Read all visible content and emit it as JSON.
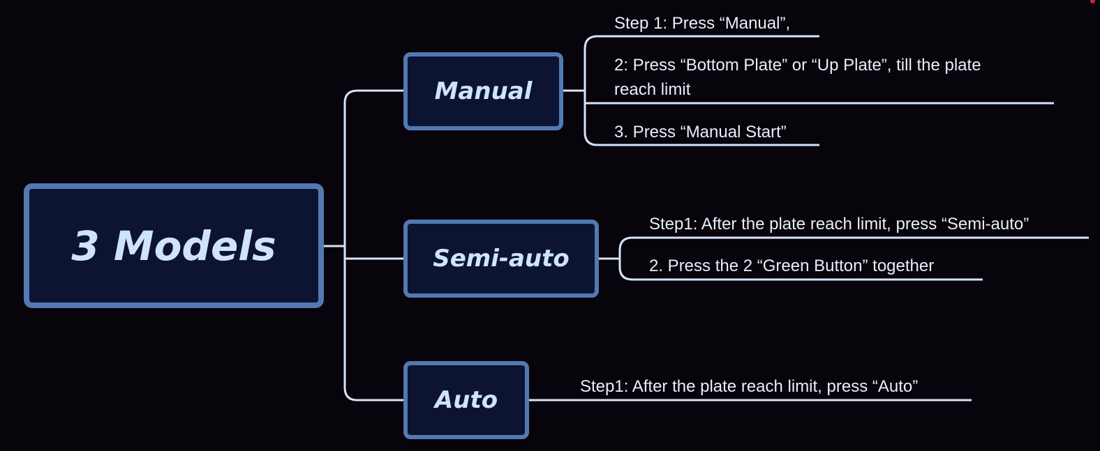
{
  "root": {
    "label": "3 Models"
  },
  "branches": [
    {
      "label": "Manual",
      "steps": [
        "Step 1: Press “Manual”,",
        "2: Press “Bottom Plate” or “Up Plate”,  till the plate",
        "reach limit",
        "3. Press “Manual Start”"
      ]
    },
    {
      "label": "Semi-auto",
      "steps": [
        "Step1: After the plate reach limit, press “Semi-auto”",
        "2. Press the 2 “Green Button” together"
      ]
    },
    {
      "label": "Auto",
      "steps": [
        "Step1: After the plate reach limit, press “Auto”"
      ]
    }
  ],
  "colors": {
    "background": "#08040b",
    "box_fill": "#0c1431",
    "box_border": "#5279b3",
    "box_text": "#cfe3ff",
    "connector": "#d4e4fb",
    "step_text": "#e8eefa"
  }
}
